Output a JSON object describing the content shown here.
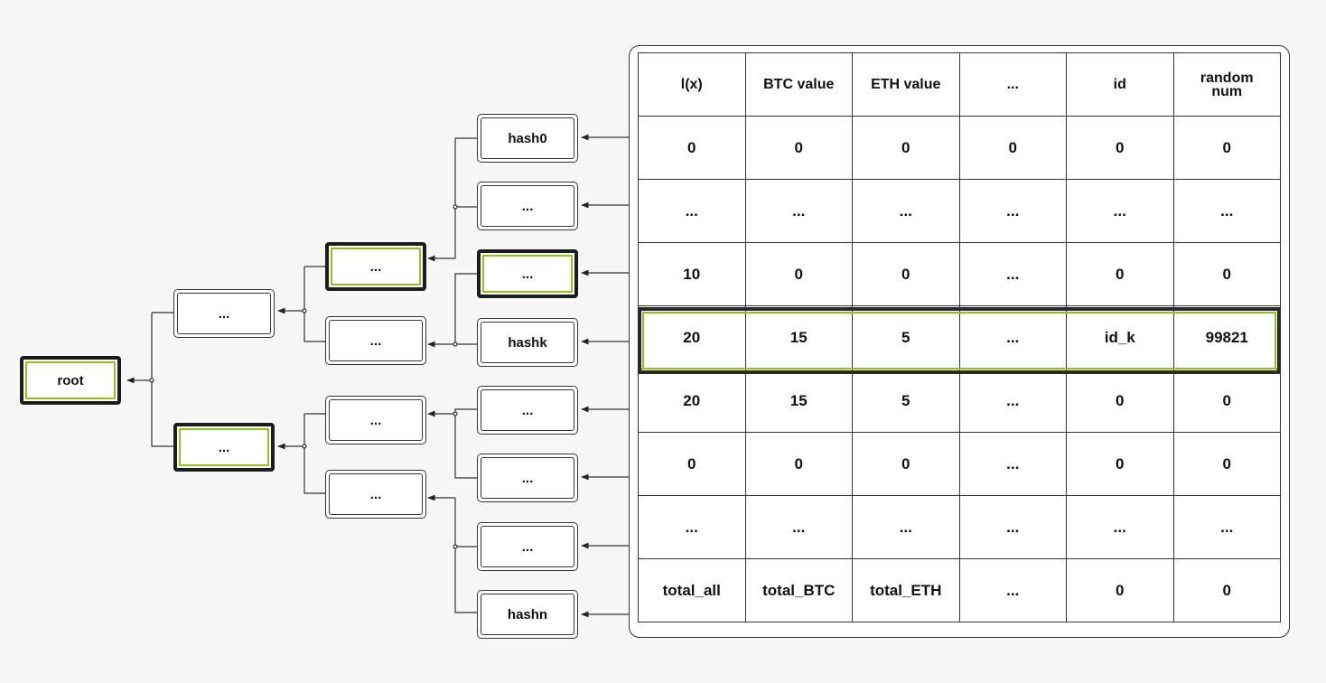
{
  "tree": {
    "root": "root",
    "level1": [
      "...",
      "..."
    ],
    "level2": [
      "...",
      "...",
      "...",
      "..."
    ],
    "leaves": [
      "hash0",
      "...",
      "...",
      "hashk",
      "...",
      "...",
      "...",
      "hashn"
    ]
  },
  "table": {
    "columns": [
      "l(x)",
      "BTC value",
      "ETH value",
      "...",
      "id",
      "random\nnum"
    ],
    "rows": [
      [
        "0",
        "0",
        "0",
        "0",
        "0",
        "0"
      ],
      [
        "...",
        "...",
        "...",
        "...",
        "...",
        "..."
      ],
      [
        "10",
        "0",
        "0",
        "...",
        "0",
        "0"
      ],
      [
        "20",
        "15",
        "5",
        "...",
        "id_k",
        "99821"
      ],
      [
        "20",
        "15",
        "5",
        "...",
        "0",
        "0"
      ],
      [
        "0",
        "0",
        "0",
        "...",
        "0",
        "0"
      ],
      [
        "...",
        "...",
        "...",
        "...",
        "...",
        "..."
      ],
      [
        "total_all",
        "total_BTC",
        "total_ETH",
        "...",
        "0",
        "0"
      ]
    ]
  },
  "colors": {
    "highlight": "#8fc21f",
    "border": "#333333"
  }
}
